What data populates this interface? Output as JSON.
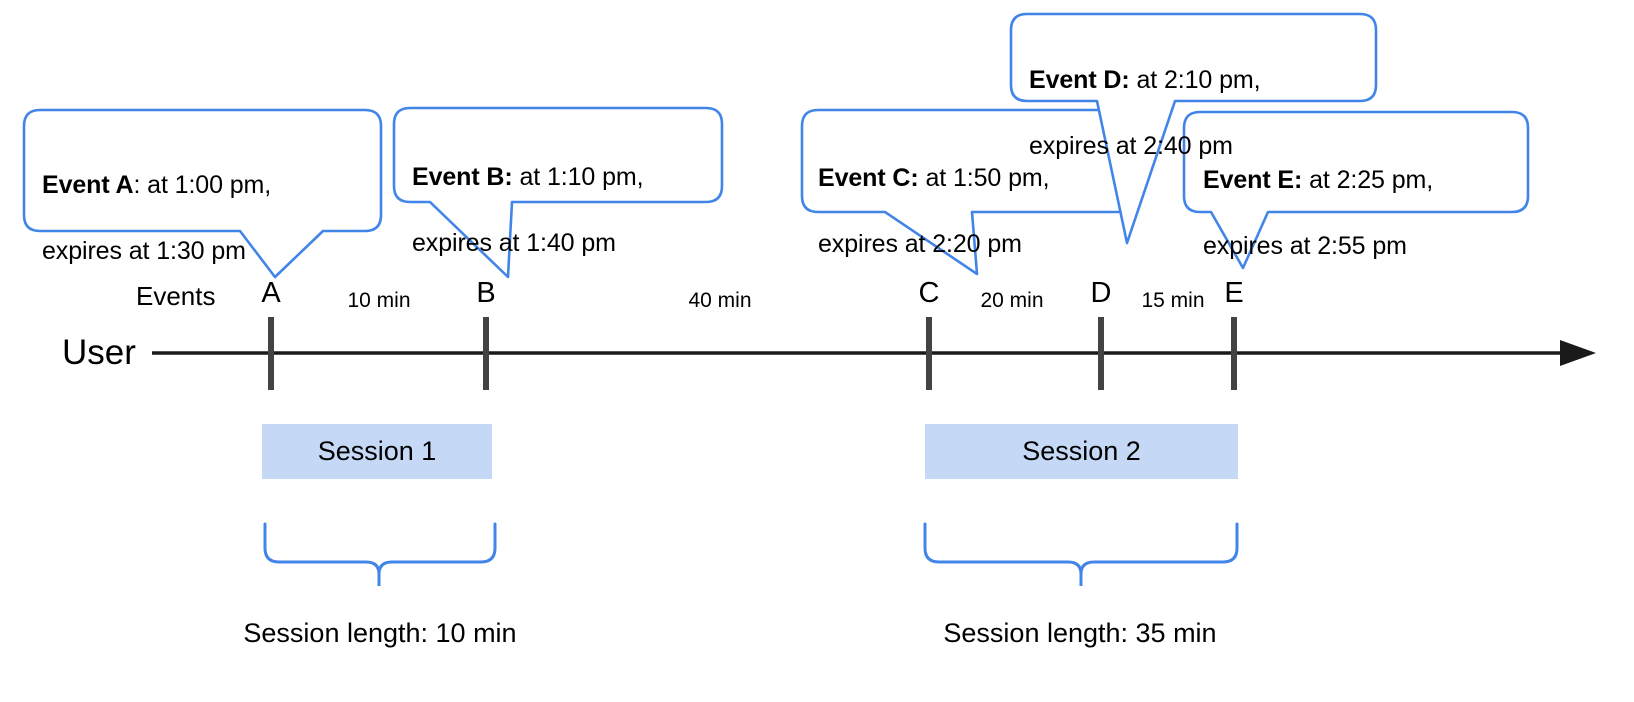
{
  "diagram": {
    "title": "User session timeline with events",
    "axis_label": "User",
    "events_label": "Events",
    "colors": {
      "callout_border": "#4285e8",
      "brace": "#4285e8",
      "session_fill": "#c5d9f7",
      "axis": "#1a1a1a",
      "text": "#000000"
    }
  },
  "callouts": [
    {
      "id": "A",
      "bold": "Event A",
      "sep": ": ",
      "line1_rest": "at 1:00 pm,",
      "line2": "expires at 1:30 pm",
      "time": "1:00 pm",
      "expires": "1:30 pm"
    },
    {
      "id": "B",
      "bold": "Event B:",
      "sep": " ",
      "line1_rest": "at 1:10 pm,",
      "line2": "expires at 1:40 pm",
      "time": "1:10 pm",
      "expires": "1:40 pm"
    },
    {
      "id": "C",
      "bold": "Event C:",
      "sep": " ",
      "line1_rest": "at 1:50 pm,",
      "line2": "expires at 2:20 pm",
      "time": "1:50 pm",
      "expires": "2:20 pm"
    },
    {
      "id": "D",
      "bold": "Event D:",
      "sep": " ",
      "line1_rest": "at 2:10 pm,",
      "line2": "expires at 2:40 pm",
      "time": "2:10 pm",
      "expires": "2:40 pm"
    },
    {
      "id": "E",
      "bold": "Event E:",
      "sep": " ",
      "line1_rest": "at 2:25 pm,",
      "line2": "expires at 2:55 pm",
      "time": "2:25 pm",
      "expires": "2:55 pm"
    }
  ],
  "markers": [
    {
      "label": "A"
    },
    {
      "label": "B"
    },
    {
      "label": "C"
    },
    {
      "label": "D"
    },
    {
      "label": "E"
    }
  ],
  "intervals": [
    {
      "label": "10 min",
      "from": "A",
      "to": "B"
    },
    {
      "label": "40 min",
      "from": "B",
      "to": "C"
    },
    {
      "label": "20 min",
      "from": "C",
      "to": "D"
    },
    {
      "label": "15 min",
      "from": "D",
      "to": "E"
    }
  ],
  "sessions": [
    {
      "label": "Session 1",
      "length_caption": "Session length: 10 min"
    },
    {
      "label": "Session 2",
      "length_caption": "Session length: 35 min"
    }
  ]
}
